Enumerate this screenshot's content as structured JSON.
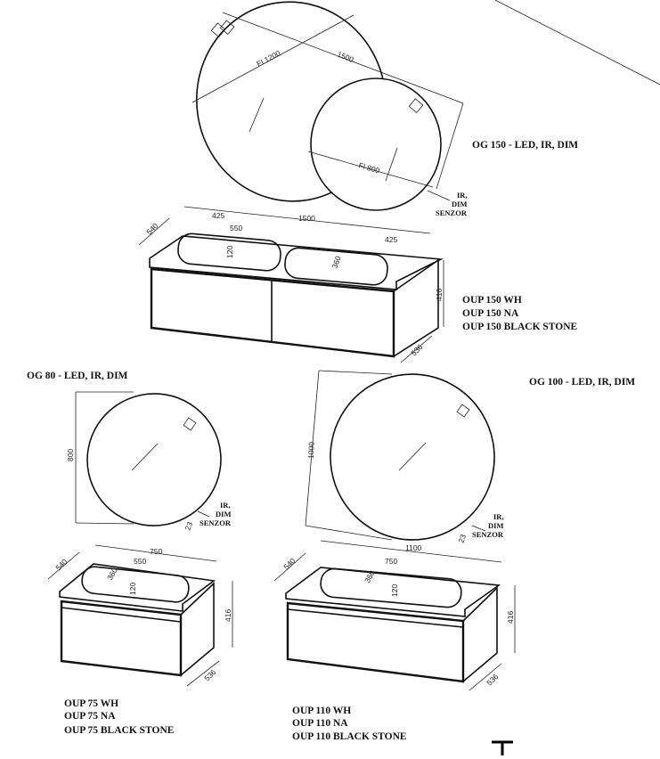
{
  "og150": {
    "title": "OG 150 - LED, IR, DIM",
    "dim_big": "FI 1200",
    "dim_small": "FI 800",
    "dim_width": "1500",
    "sensor": [
      "IR,",
      "DIM",
      "SENZOR"
    ]
  },
  "oup150": {
    "dims": {
      "width": "1500",
      "left": "425",
      "right": "425",
      "basin": "550",
      "depth": "540",
      "height": "416",
      "base_depth": "536",
      "tap": "120",
      "bowl": "360"
    },
    "models": [
      "OUP 150 WH",
      "OUP 150 NA",
      "OUP 150 BLACK STONE"
    ]
  },
  "og80": {
    "title": "OG 80 - LED, IR, DIM",
    "dim_height": "800",
    "dim_offset": "23",
    "sensor": [
      "IR,",
      "DIM",
      "SENZOR"
    ]
  },
  "og100": {
    "title": "OG 100 - LED, IR, DIM",
    "dim_height": "1000",
    "dim_offset": "23",
    "sensor": [
      "IR,",
      "DIM",
      "SENZOR"
    ]
  },
  "oup75": {
    "dims": {
      "width": "750",
      "basin": "550",
      "depth": "540",
      "height": "416",
      "base_depth": "536",
      "tap": "120",
      "bowl": "360"
    },
    "models": [
      "OUP 75 WH",
      "OUP 75 NA",
      "OUP 75 BLACK STONE"
    ]
  },
  "oup110": {
    "dims": {
      "width": "1100",
      "basin": "750",
      "depth": "540",
      "height": "416",
      "base_depth": "536",
      "tap": "120",
      "bowl": "360"
    },
    "models": [
      "OUP 110 WH",
      "OUP 110 NA",
      "OUP 110 BLACK STONE"
    ]
  }
}
